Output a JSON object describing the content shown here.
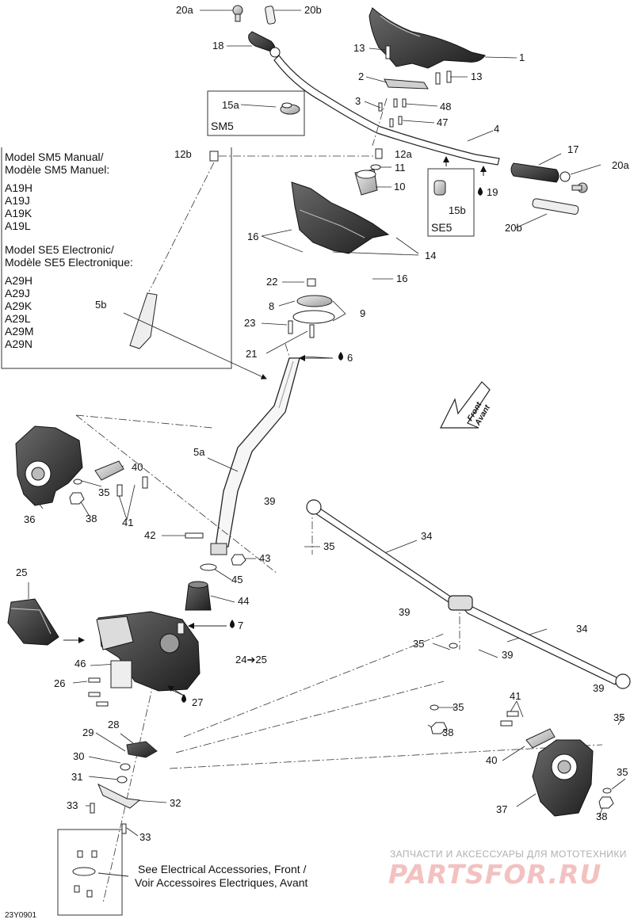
{
  "legend": {
    "sm5_heading": [
      "Model SM5 Manual/",
      "Modèle SM5 Manuel:"
    ],
    "sm5_models": [
      "A19H",
      "A19J",
      "A19K",
      "A19L"
    ],
    "se5_heading": [
      "Model SE5 Electronic/",
      "Modèle SE5 Electronique:"
    ],
    "se5_models": [
      "A29H",
      "A29J",
      "A29K",
      "A29L",
      "A29M",
      "A29N"
    ]
  },
  "insets": {
    "sm5": "SM5",
    "se5": "SE5"
  },
  "front_arrow": [
    "Front",
    "Avant"
  ],
  "note": [
    "See Electrical Accessories, Front /",
    "Voir Accessoires Electriques, Avant"
  ],
  "figure_code": "23Y0901",
  "watermark": {
    "tagline": "ЗАПЧАСТИ И АКСЕССУАРЫ ДЛЯ МОТОТЕХНИКИ",
    "brand": "PARTSFOR.RU"
  },
  "callouts": {
    "c20a_top": "20a",
    "c20b_top": "20b",
    "c18": "18",
    "c13a": "13",
    "c1": "1",
    "c2": "2",
    "c13b": "13",
    "c3": "3",
    "c48": "48",
    "c47": "47",
    "c4": "4",
    "c15a": "15a",
    "c12b": "12b",
    "c12a": "12a",
    "c11": "11",
    "c10": "10",
    "c17": "17",
    "c20a_r": "20a",
    "c19": "19",
    "c15b": "15b",
    "c20b_r": "20b",
    "c16a": "16",
    "c14": "14",
    "c16b": "16",
    "c22": "22",
    "c8": "8",
    "c9": "9",
    "c23": "23",
    "c21": "21",
    "c6": "6",
    "c5b": "5b",
    "c5a": "5a",
    "c40a": "40",
    "c35a": "35",
    "c36": "36",
    "c38a": "38",
    "c41a": "41",
    "c39a": "39",
    "c42": "42",
    "c43": "43",
    "c35b": "35",
    "c34a": "34",
    "c45": "45",
    "c25": "25",
    "c44": "44",
    "c7": "7",
    "c39b": "39",
    "c34b": "34",
    "c35c": "35",
    "c39c": "39",
    "c46": "46",
    "c24": "24➔25",
    "c26": "26",
    "c27": "27",
    "c29": "29",
    "c28": "28",
    "c30": "30",
    "c31": "31",
    "c32": "32",
    "c33a": "33",
    "c33b": "33",
    "c35d": "35",
    "c38b": "38",
    "c41b": "41",
    "c39d": "39",
    "c35e": "35",
    "c40b": "40",
    "c35f": "35",
    "c37": "37",
    "c38c": "38"
  }
}
